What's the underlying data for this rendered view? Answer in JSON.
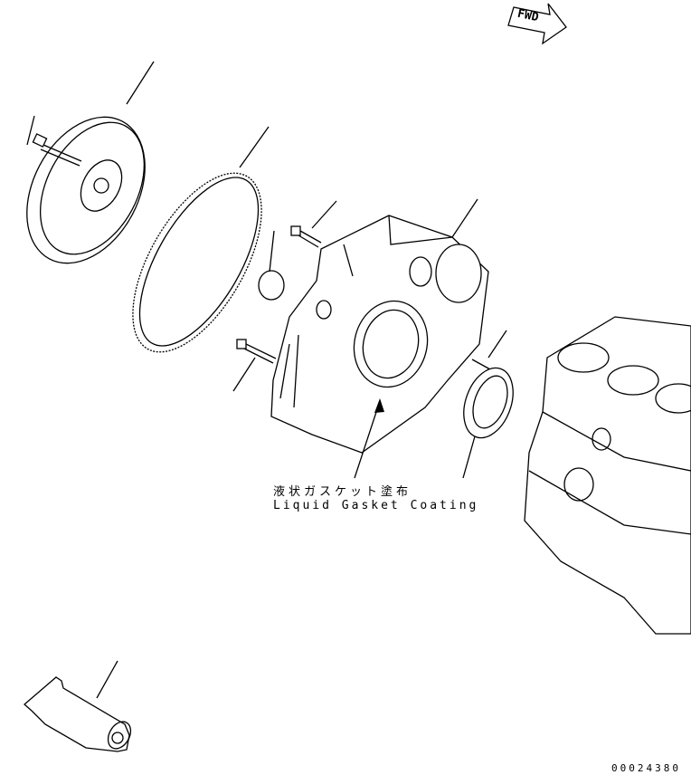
{
  "direction_marker": {
    "label": "FWD",
    "icon": "forward-arrow-icon"
  },
  "annotation": {
    "japanese": "液状ガスケット塗布",
    "english": "Liquid Gasket Coating"
  },
  "drawing_number": "00024380",
  "colors": {
    "line": "#000000",
    "background": "#ffffff"
  }
}
